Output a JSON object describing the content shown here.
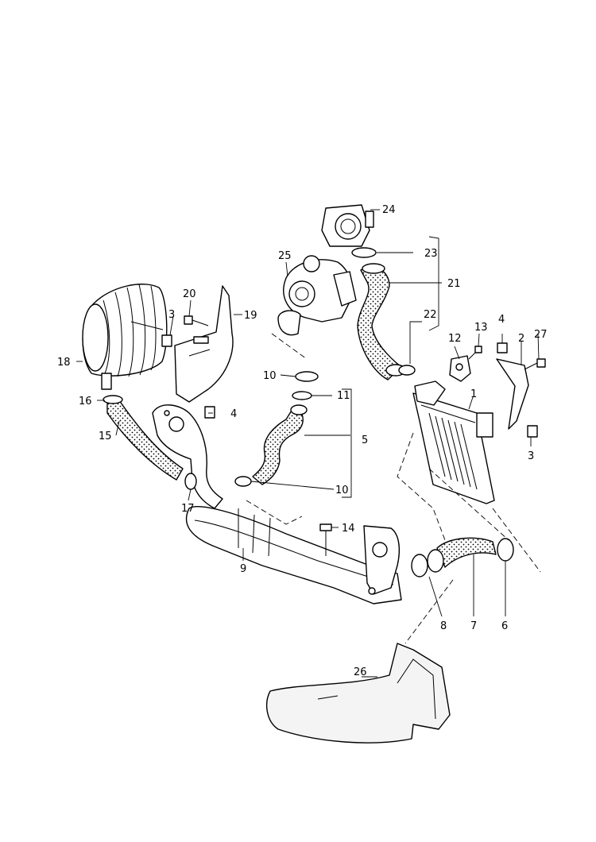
{
  "diagram": {
    "labels": {
      "l1": "1",
      "l2": "2",
      "l3a": "3",
      "l3b": "3",
      "l4a": "4",
      "l4b": "4",
      "l5": "5",
      "l6": "6",
      "l7": "7",
      "l8": "8",
      "l9": "9",
      "l10a": "10",
      "l10b": "10",
      "l11": "11",
      "l12": "12",
      "l13": "13",
      "l14": "14",
      "l15": "15",
      "l16": "16",
      "l17": "17",
      "l18": "18",
      "l19": "19",
      "l20": "20",
      "l21": "21",
      "l22": "22",
      "l23": "23",
      "l24": "24",
      "l25": "25",
      "l26": "26",
      "l27": "27"
    }
  }
}
